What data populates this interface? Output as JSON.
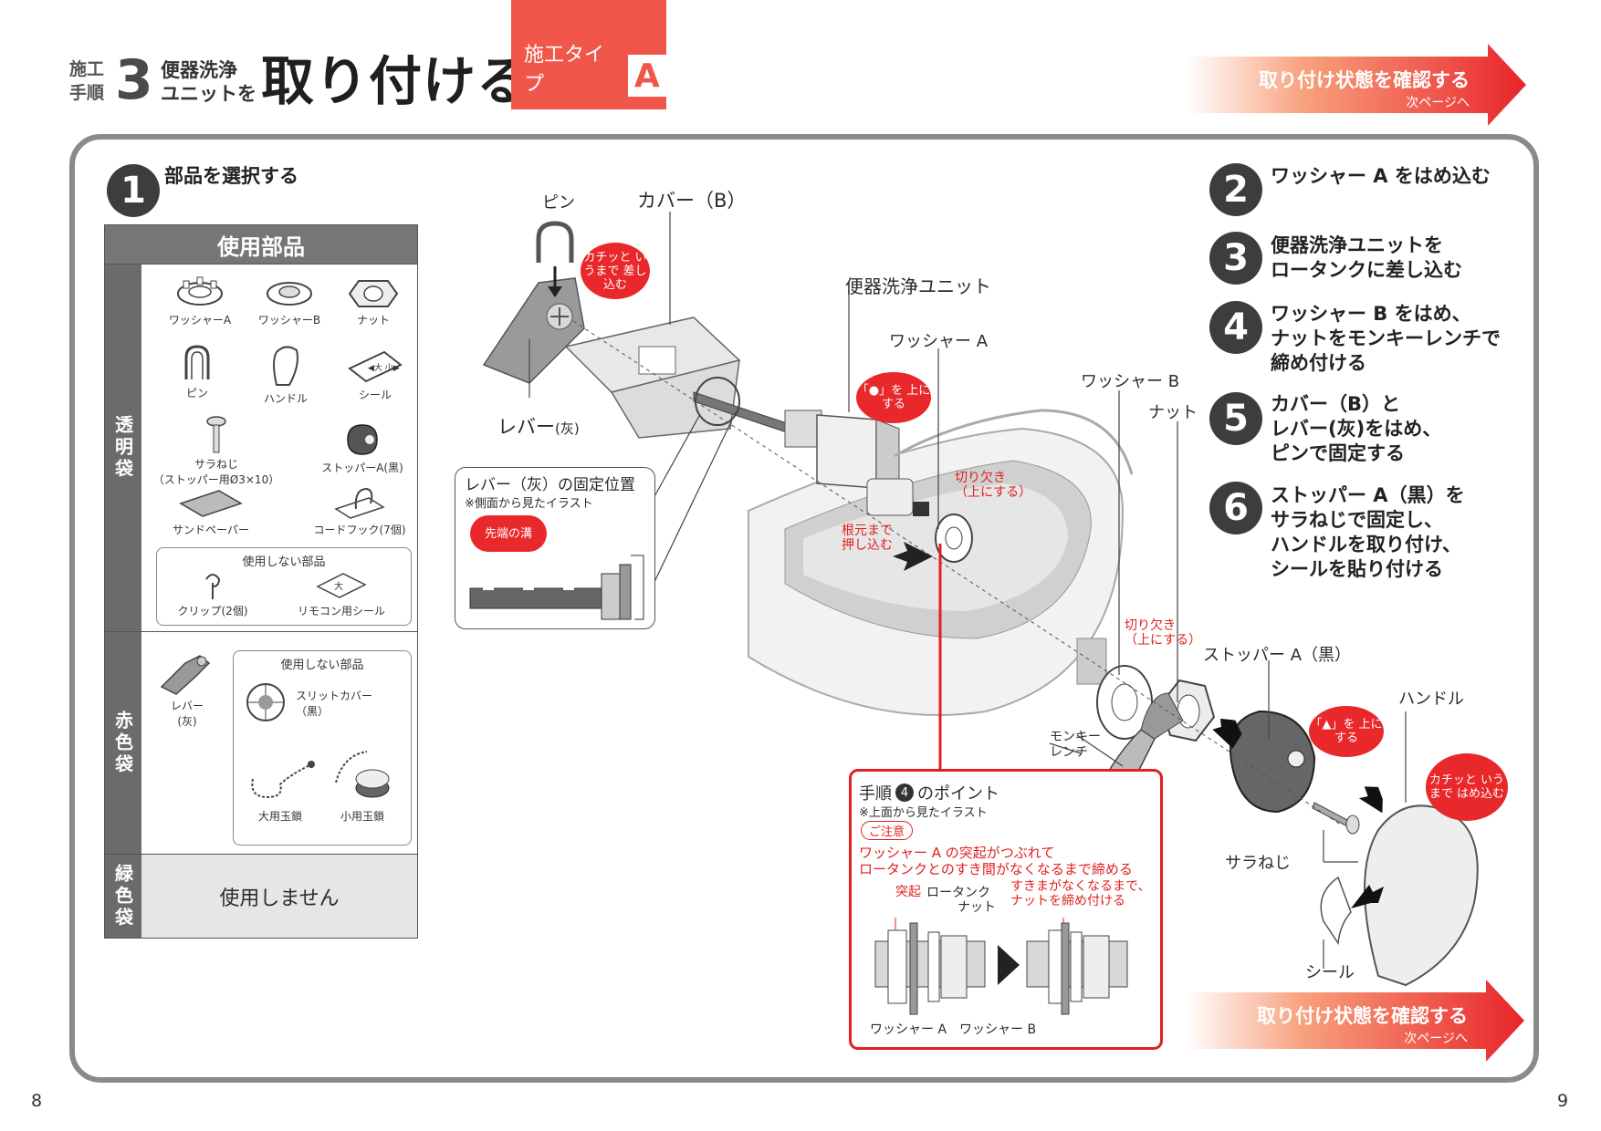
{
  "header": {
    "step_word_1": "施工",
    "step_word_2": "手順",
    "step_number": "3",
    "title_small_1": "便器洗浄",
    "title_small_2": "ユニットを",
    "title_big": "取り付ける",
    "type_label": "施工タイプ",
    "type_letter": "A",
    "next_main": "取り付け状態を確認する",
    "next_sub": "次ページへ"
  },
  "step1": {
    "number": "1",
    "text": "部品を選択する"
  },
  "parts_table": {
    "title": "使用部品",
    "clear_bag": {
      "label": "透明袋",
      "items": [
        "ワッシャーA",
        "ワッシャーB",
        "ナット",
        "ピン",
        "ハンドル",
        "シール",
        "サラねじ",
        "（ストッパー用Ø3×10）",
        "ストッパーA(黒)",
        "サンドペーパー",
        "コードフック(7個)"
      ],
      "unused_title": "使用しない部品",
      "unused_items": [
        "クリップ(2個)",
        "リモコン用シール"
      ]
    },
    "red_bag": {
      "label": "赤色袋",
      "items": [
        "レバー",
        "(灰)"
      ],
      "unused_title": "使用しない部品",
      "unused_items": [
        "スリットカバー",
        "（黒）",
        "大用玉鎖",
        "小用玉鎖"
      ]
    },
    "green_bag": {
      "label": "緑色袋",
      "text": "使用しません"
    }
  },
  "steps": [
    {
      "number": "2",
      "lines": [
        "ワッシャー A をはめ込む"
      ]
    },
    {
      "number": "3",
      "lines": [
        "便器洗浄ユニットを",
        "ロータンクに差し込む"
      ]
    },
    {
      "number": "4",
      "lines": [
        "ワッシャー B をはめ、",
        "ナットをモンキーレンチで",
        "締め付ける"
      ]
    },
    {
      "number": "5",
      "lines": [
        "カバー（B）と",
        "レバー(灰)をはめ、",
        "ピンで固定する"
      ]
    },
    {
      "number": "6",
      "lines": [
        "ストッパー A（黒）を",
        "サラねじで固定し、",
        "ハンドルを取り付け、",
        "シールを貼り付ける"
      ]
    }
  ],
  "diagram": {
    "pin": "ピン",
    "cover_b": "カバー（B）",
    "pin_bubble": "カチッと いうまで 差し込む",
    "unit": "便器洗浄ユニット",
    "washer_a": "ワッシャー A",
    "washer_b": "ワッシャー B",
    "nut": "ナット",
    "lever": "レバー",
    "lever_paren": "(灰)",
    "dot_bubble": "「●」を 上にする",
    "notch_up_1": "切り欠き",
    "notch_up_1b": "（上にする）",
    "push_in": "根元まで",
    "push_in_b": "押し込む",
    "notch_up_2": "切り欠き",
    "notch_up_2b": "（上にする）",
    "stopper_a": "ストッパー A（黒）",
    "handle": "ハンドル",
    "tri_bubble": "「▲」を 上にする",
    "handle_bubble": "カチッと いうまで はめ込む",
    "monkey_1": "モンキー",
    "monkey_2": "レンチ",
    "screw": "サラねじ",
    "seal": "シール"
  },
  "lever_inset": {
    "title": "レバー（灰）の固定位置",
    "sub": "※側面から見たイラスト",
    "bubble": "先端の溝"
  },
  "point_box": {
    "title_pre": "手順",
    "title_num": "4",
    "title_post": "のポイント",
    "sub": "※上面から見たイラスト",
    "caution": "ご注意",
    "note_1": "ワッシャー A の突起がつぶれて",
    "note_2": "ロータンクとのすき間がなくなるまで締める",
    "tokki": "突起",
    "low_tank": "ロータンク",
    "nut": "ナット",
    "gap_1": "すきまがなくなるまで、",
    "gap_2": "ナットを締め付ける",
    "washer_a": "ワッシャー A",
    "washer_b": "ワッシャー B"
  },
  "pages": {
    "left": "8",
    "right": "9"
  }
}
